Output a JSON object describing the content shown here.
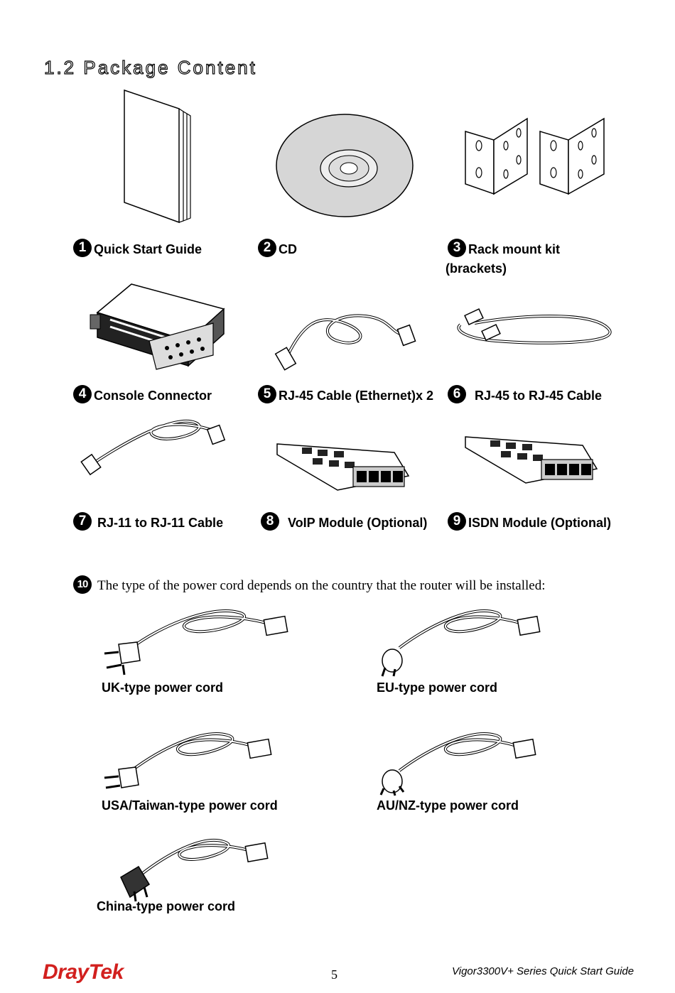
{
  "title": "1.2 Package Content",
  "items": [
    {
      "num": "1",
      "label": "Quick Start Guide"
    },
    {
      "num": "2",
      "label": "CD"
    },
    {
      "num": "3",
      "label": "Rack mount kit",
      "label2": "(brackets)"
    },
    {
      "num": "4",
      "label": "Console Connector"
    },
    {
      "num": "5",
      "label": "RJ-45 Cable (Ethernet)x 2"
    },
    {
      "num": "6",
      "label": "RJ-45 to RJ-45 Cable"
    },
    {
      "num": "7",
      "label": "RJ-11 to RJ-11 Cable"
    },
    {
      "num": "8",
      "label": "VoIP Module (Optional)"
    },
    {
      "num": "9",
      "label": "ISDN Module (Optional)"
    }
  ],
  "power": {
    "num": "10",
    "text": "The type of the power cord depends on the country that the router will be installed:",
    "cords": [
      "UK-type power cord",
      "EU-type power cord",
      "USA/Taiwan-type power cord",
      "AU/NZ-type power cord",
      "China-type power cord"
    ]
  },
  "footer": {
    "logo": "DrayTek",
    "page": "5",
    "guide": "Vigor3300V+ Series Quick Start Guide"
  }
}
